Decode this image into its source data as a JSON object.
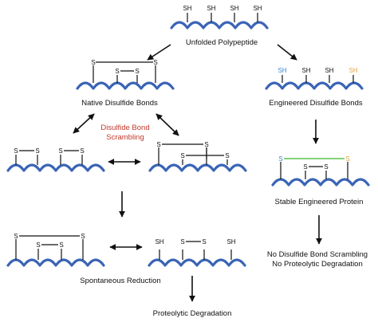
{
  "colors": {
    "chain": "#3a64b6",
    "text": "#111111",
    "scrambling": "#c0392b",
    "engineered_bond": "#5cc34b",
    "engineered_sh_blue": "#3f86d1",
    "engineered_sh_orange": "#e8a33a"
  },
  "atoms": {
    "sh": "SH",
    "s": "S"
  },
  "labels": {
    "unfolded": "Unfolded Polypeptide",
    "native": "Native Disulfide Bonds",
    "engineered": "Engineered Disulfide Bonds",
    "scrambling": [
      "Disulfide Bond",
      "Scrambling"
    ],
    "stable": "Stable Engineered Protein",
    "spontaneous": "Spontaneous Reduction",
    "outcome": [
      "No Disulfide Bond Scrambling",
      "No Proteolytic Degradation"
    ],
    "proteolytic": "Proteolytic Degradation"
  }
}
